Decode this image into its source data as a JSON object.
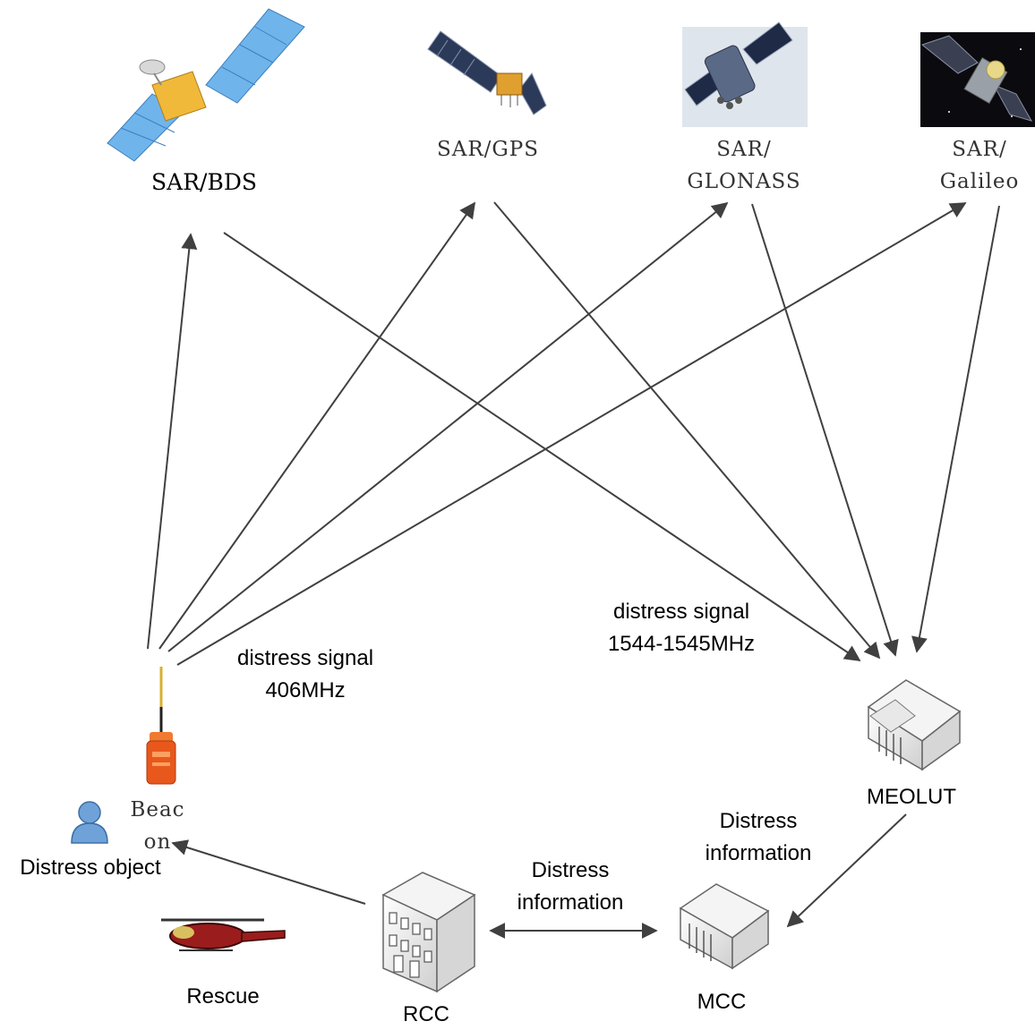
{
  "satellites": {
    "bds": "SAR/BDS",
    "gps": "SAR/GPS",
    "glonass_1": "SAR/",
    "glonass_2": "GLONASS",
    "galileo_1": "SAR/",
    "galileo_2": "Galileo"
  },
  "uplink": {
    "line1": "distress signal",
    "line2": "406MHz"
  },
  "downlink": {
    "line1": "distress signal",
    "line2": "1544-1545MHz"
  },
  "ground": {
    "meolut": "MEOLUT",
    "mcc": "MCC",
    "rcc": "RCC",
    "beacon_1": "Beac",
    "beacon_2": "on",
    "distress_object": "Distress object",
    "rescue": "Rescue"
  },
  "links": {
    "meolut_mcc_1": "Distress",
    "meolut_mcc_2": "information",
    "mcc_rcc_1": "Distress",
    "mcc_rcc_2": "information"
  },
  "colors": {
    "arrow": "#404040",
    "beacon": "#e8581c",
    "helicopter": "#8b1a1a",
    "sat_panel": "#5aa8e6"
  }
}
